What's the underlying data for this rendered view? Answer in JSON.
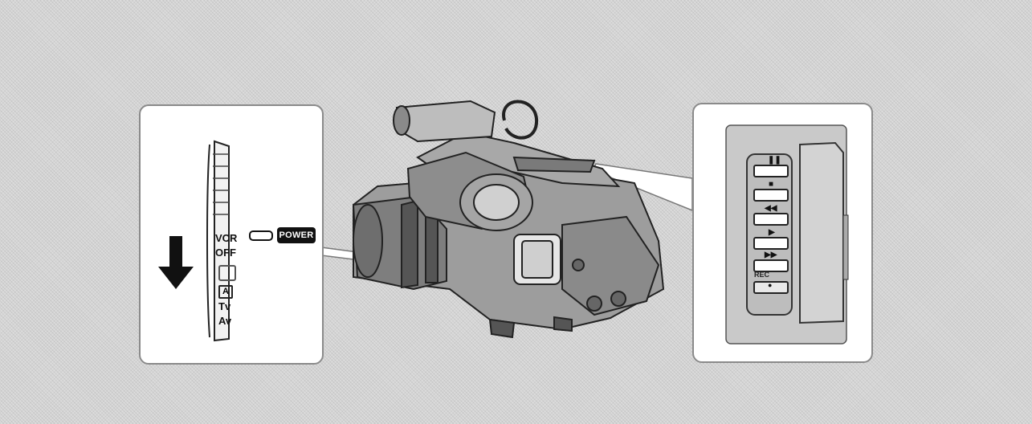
{
  "power_dial": {
    "positions": [
      "VCR",
      "OFF",
      "A",
      "Tv",
      "Av"
    ],
    "label": "POWER"
  },
  "playback_panel": {
    "buttons": [
      {
        "name": "pause",
        "symbol": "❚❚"
      },
      {
        "name": "stop",
        "symbol": "■"
      },
      {
        "name": "rewind",
        "symbol": "◀◀"
      },
      {
        "name": "play",
        "symbol": "▶"
      },
      {
        "name": "fast-forward",
        "symbol": "▶▶"
      }
    ],
    "rec_label": "REC",
    "rec_symbol": "●"
  },
  "colors": {
    "background": "#dcdcdc",
    "callout": "#ffffff",
    "ink": "#111111"
  }
}
